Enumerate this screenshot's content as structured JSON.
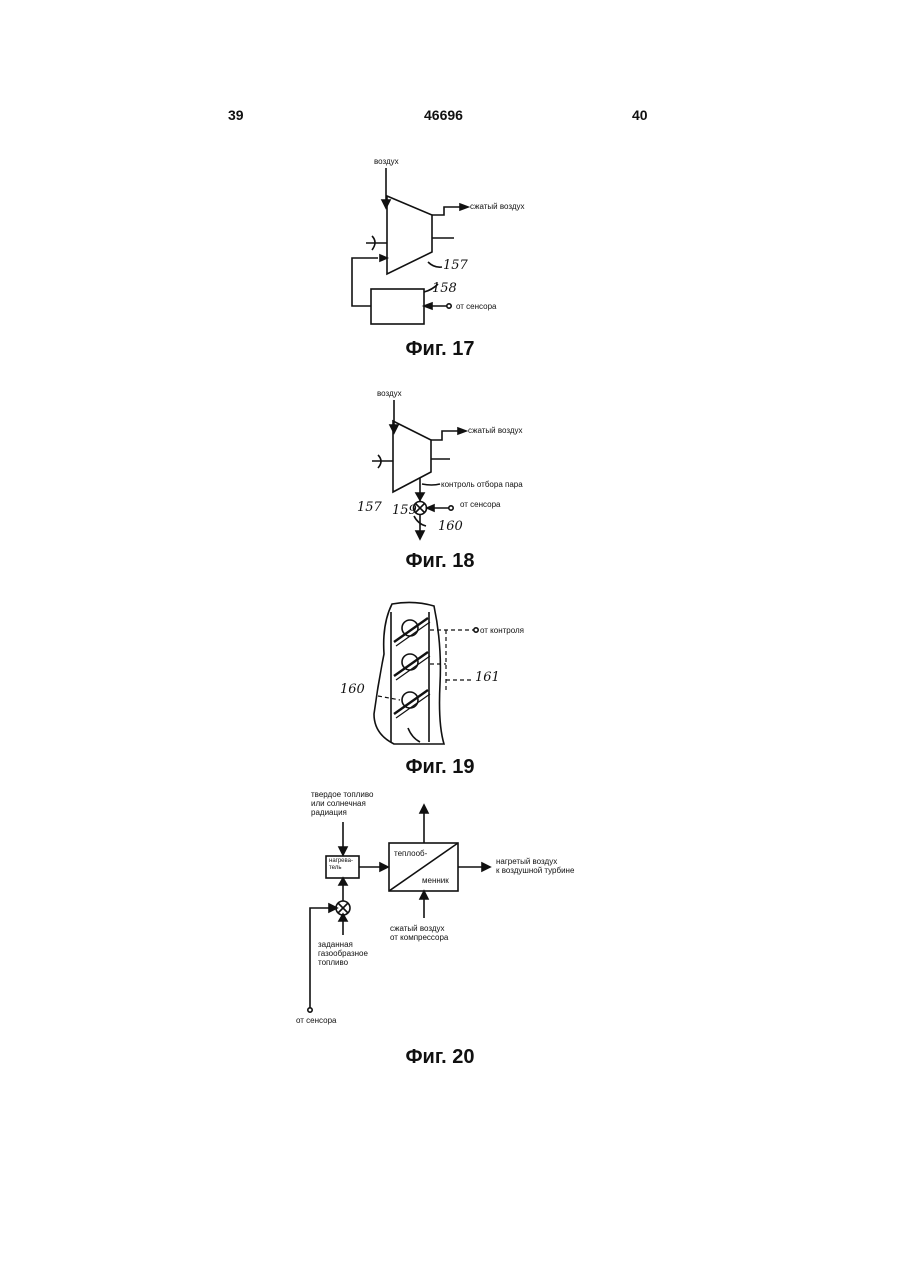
{
  "header": {
    "left_page": "39",
    "doc_number": "46696",
    "right_page": "40"
  },
  "fig17": {
    "caption": "Фиг. 17",
    "air_in": "воздух",
    "compressed_air": "сжатый воздух",
    "from_sensor": "от сенсора",
    "ref_157": "157",
    "ref_158": "158"
  },
  "fig18": {
    "caption": "Фиг. 18",
    "air_in": "воздух",
    "compressed_air": "сжатый воздух",
    "steam_control": "контроль отбора пара",
    "from_sensor": "от сенсора",
    "ref_157": "157",
    "ref_159": "159",
    "ref_160": "160"
  },
  "fig19": {
    "caption": "Фиг. 19",
    "from_control": "от контроля",
    "ref_160": "160",
    "ref_161": "161"
  },
  "fig20": {
    "caption": "Фиг. 20",
    "fuel_source": [
      "твердое топливо",
      "или солнечная",
      "радиация"
    ],
    "heater_box": [
      "нагрева-",
      "тель"
    ],
    "exchanger_top": "теплооб-",
    "exchanger_bottom": "менник",
    "heated_air": [
      "нагретый воздух",
      "к воздушной турбине"
    ],
    "compressed_air_in": [
      "сжатый воздух",
      "от компрессора"
    ],
    "setpoint": [
      "заданная",
      "газообразное",
      "топливо"
    ],
    "from_sensor": "от сенсора"
  }
}
